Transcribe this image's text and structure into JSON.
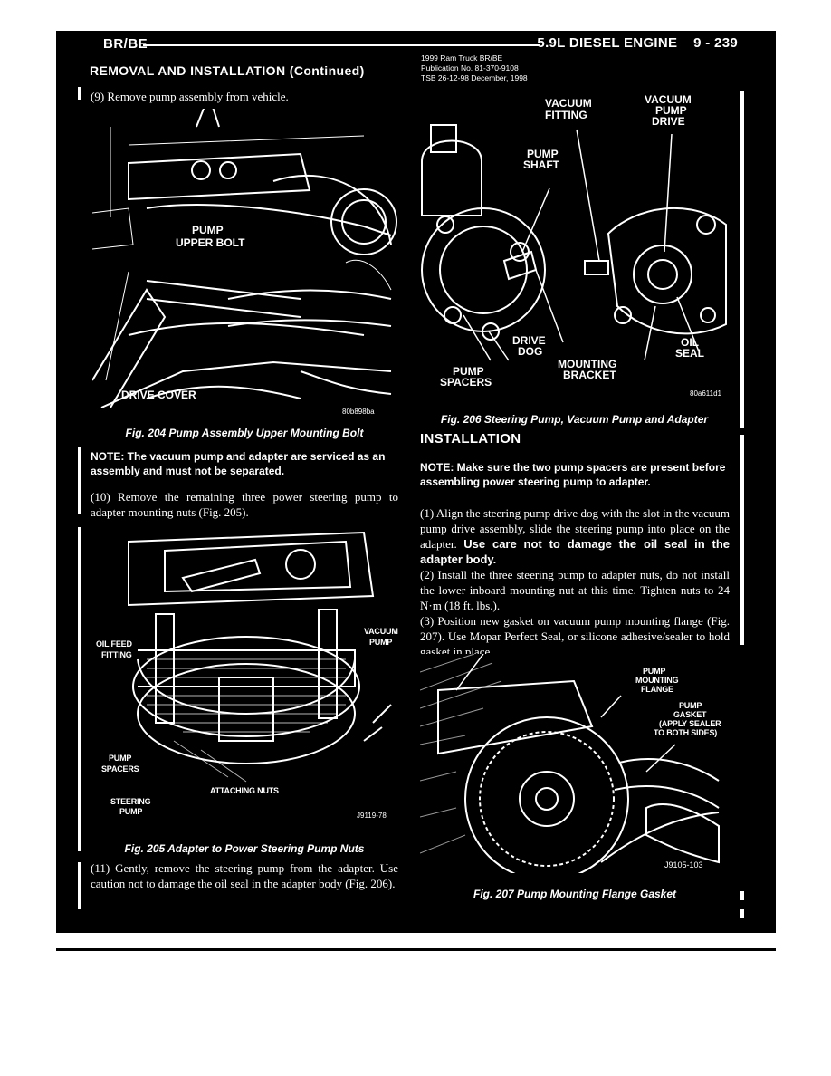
{
  "header": {
    "left": "BR/BE",
    "right": "5.9L DIESEL ENGINE    9 - 239"
  },
  "pubinfo": {
    "line1": "1999 Ram Truck BR/BE",
    "line2": "Publication No. 81-370-9108",
    "line3": "TSB 26-12-98   December, 1998"
  },
  "section_title": "REMOVAL AND INSTALLATION (Continued)",
  "step9": "(9) Remove pump assembly from vehicle.",
  "fig204": {
    "labels": {
      "upper_bolt_1": "PUMP",
      "upper_bolt_2": "UPPER BOLT",
      "drive_cover": "DRIVE COVER"
    },
    "code": "80b898ba",
    "caption": "Fig. 204 Pump Assembly Upper Mounting Bolt"
  },
  "note1": "NOTE: The vacuum pump and adapter are serviced as an assembly and must not be separated.",
  "step10": "(10) Remove the remaining three power steering pump to adapter mounting nuts (Fig. 205).",
  "fig205": {
    "labels": {
      "oil_feed_1": "OIL FEED",
      "oil_feed_2": "FITTING",
      "vacuum_1": "VACUUM",
      "vacuum_2": "PUMP",
      "spacers_1": "PUMP",
      "spacers_2": "SPACERS",
      "nuts": "ATTACHING NUTS",
      "steering_1": "STEERING",
      "steering_2": "PUMP"
    },
    "code": "J9119-78",
    "caption": "Fig. 205 Adapter to Power Steering Pump Nuts"
  },
  "step11": "(11) Gently, remove the steering pump from the adapter. Use caution not to damage the oil seal in the adapter body (Fig. 206).",
  "fig206": {
    "labels": {
      "vac_fitting_1": "VACUUM",
      "vac_fitting_2": "FITTING",
      "vac_drive_1": "VACUUM",
      "vac_drive_2": "PUMP",
      "vac_drive_3": "DRIVE",
      "shaft_1": "PUMP",
      "shaft_2": "SHAFT",
      "dog_1": "DRIVE",
      "dog_2": "DOG",
      "oil_seal_1": "OIL",
      "oil_seal_2": "SEAL",
      "bracket_1": "MOUNTING",
      "bracket_2": "BRACKET",
      "spacers_1": "PUMP",
      "spacers_2": "SPACERS"
    },
    "code": "80a611d1",
    "caption": "Fig. 206 Steering Pump, Vacuum Pump and Adapter"
  },
  "installation_title": "INSTALLATION",
  "note2": "NOTE: Make sure the two pump spacers are present before assembling power steering pump to adapter.",
  "step1a": "(1) Align the steering pump drive dog with the slot in the vacuum pump drive assembly, slide the steering pump into place on the adapter.",
  "step1b": "Use care not to damage the oil seal in the adapter body.",
  "step2": "(2) Install the three steering pump to adapter nuts, do not install the lower inboard mounting nut at this time. Tighten nuts to 24 N·m (18 ft. lbs.).",
  "step3": "(3) Position new gasket on vacuum pump mounting flange (Fig. 207). Use Mopar Perfect Seal, or silicone adhesive/sealer to hold gasket in place.",
  "fig207": {
    "labels": {
      "flange_1": "PUMP",
      "flange_2": "MOUNTING",
      "flange_3": "FLANGE",
      "gasket_1": "PUMP",
      "gasket_2": "GASKET",
      "gasket_3": "(APPLY SEALER",
      "gasket_4": "TO BOTH SIDES)"
    },
    "code": "J9105-103",
    "caption": "Fig. 207 Pump Mounting Flange Gasket"
  }
}
